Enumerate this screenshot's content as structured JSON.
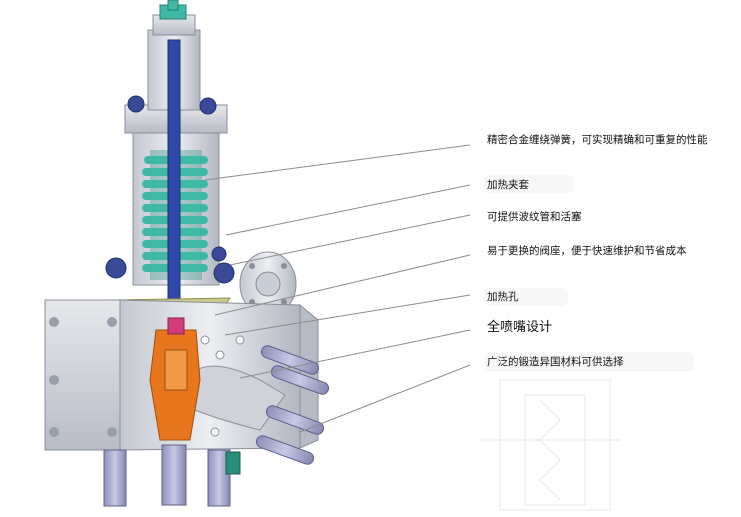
{
  "callouts": [
    {
      "id": "spring",
      "text": "精密合金缠绕弹簧，可实现精确和可重复的性能"
    },
    {
      "id": "jacket",
      "text": "加热夹套"
    },
    {
      "id": "bellows",
      "text": "可提供波纹管和活塞"
    },
    {
      "id": "seat",
      "text": "易于更换的阀座，便于快速维护和节省成本"
    },
    {
      "id": "hole",
      "text": "加热孔"
    },
    {
      "id": "nozzle",
      "text": "全喷嘴设计"
    },
    {
      "id": "material",
      "text": "广泛的锻造异国材料可供选择"
    }
  ],
  "colors": {
    "body": "#d9dce2",
    "body_shadow": "#b6bac4",
    "spring": "#3fb8a6",
    "stem": "#2f48a8",
    "nozzle": "#e8761e",
    "yoke": "#c9c98a",
    "bolt": "#3a4a98",
    "leader": "#8c8c8c"
  }
}
